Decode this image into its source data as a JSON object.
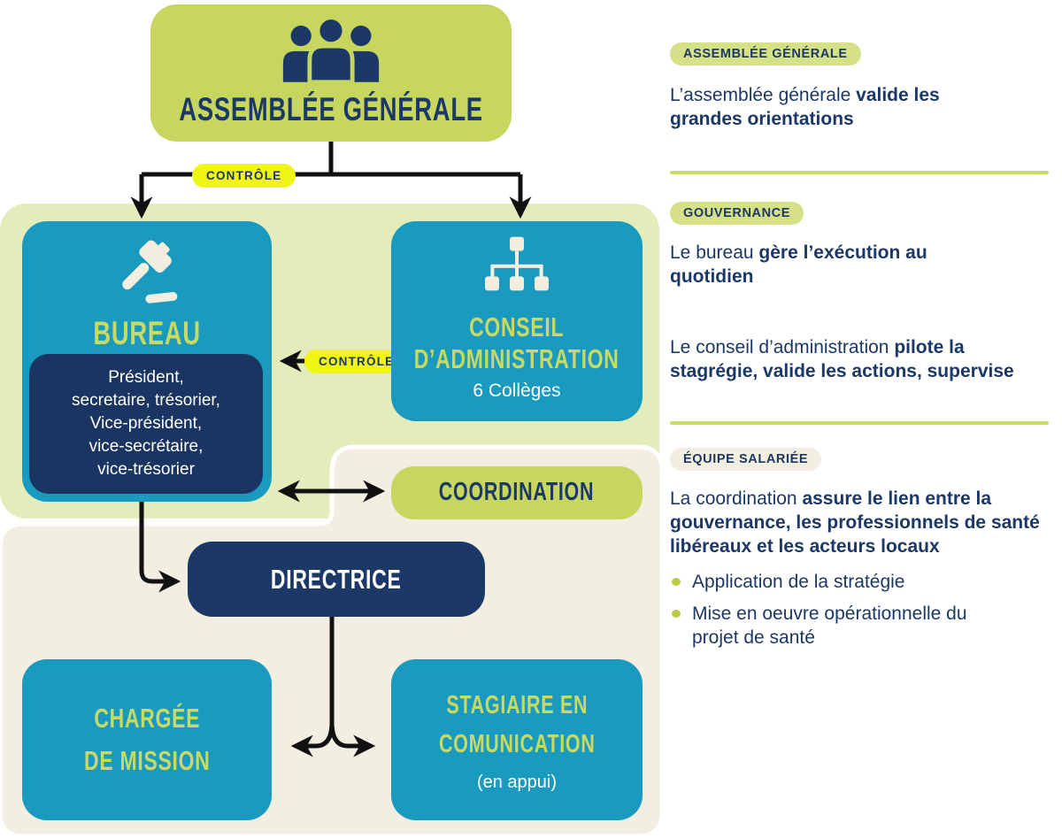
{
  "palette": {
    "green_box": "#c6d65f",
    "green_container": "#e3edbb",
    "teal": "#1b9ac0",
    "navy": "#1b3866",
    "yellow_badge": "#f1f513",
    "beige_container": "#f2efe2",
    "badge_green": "#d6e187",
    "divider_green": "#ccdc60",
    "heading_green": "#c9da62",
    "icon_cream": "#f3efe0",
    "arrow_black": "#111111"
  },
  "org": {
    "assemblee": {
      "title": "ASSEMBLÉE GÉNÉRALE",
      "icon": "people-group-icon"
    },
    "controle_top": {
      "label": "CONTRÔLE"
    },
    "controle_mid": {
      "label": "CONTRÔLE"
    },
    "bureau": {
      "title": "BUREAU",
      "icon": "gavel-icon",
      "members": [
        "Président,",
        "secretaire, trésorier,",
        "Vice-président,",
        "vice-secrétaire,",
        "vice-trésorier"
      ]
    },
    "conseil": {
      "title_line1": "CONSEIL",
      "title_line2": "D’ADMINISTRATION",
      "subtitle": "6 Collèges",
      "icon": "sitemap-icon"
    },
    "coordination": {
      "title": "COORDINATION"
    },
    "directrice": {
      "title": "DIRECTRICE"
    },
    "chargee": {
      "line1": "CHARGÉE",
      "line2": "DE MISSION"
    },
    "stagiaire": {
      "line1": "STAGIAIRE EN",
      "line2": "COMUNICATION",
      "note": "(en appui)"
    }
  },
  "right_panel": {
    "sections": [
      {
        "badge": "ASSEMBLÉE GÉNÉRALE",
        "paragraphs": [
          {
            "normal": "L’assemblée générale ",
            "bold": "valide les grandes orientations"
          }
        ]
      },
      {
        "badge": "GOUVERNANCE",
        "paragraphs": [
          {
            "normal": "Le bureau ",
            "bold": "gère l’exécution au quotidien"
          },
          {
            "normal": "Le conseil d’administration ",
            "bold": "pilote la stagrégie, valide les actions, supervise"
          }
        ]
      },
      {
        "badge": "ÉQUIPE SALARIÉE",
        "paragraphs": [
          {
            "normal": "La coordination ",
            "bold": "assure le lien entre la gouvernance, les professionnels de santé libéreaux et les acteurs locaux"
          }
        ],
        "bullets": [
          "Application de la stratégie",
          "Mise en oeuvre opérationnelle du projet de santé"
        ]
      }
    ]
  }
}
